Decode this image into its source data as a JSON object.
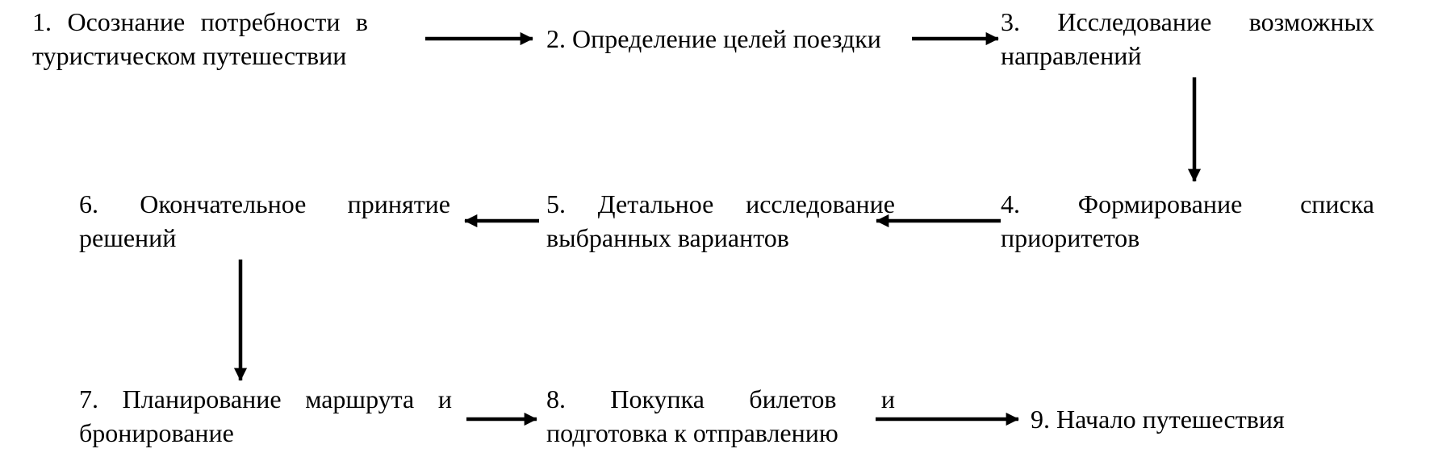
{
  "diagram": {
    "type": "flowchart",
    "language": "ru",
    "background_color": "#ffffff",
    "text_color": "#000000",
    "arrow_color": "#000000"
  },
  "steps": [
    {
      "number": "1",
      "text": "1. Осознание потребности в туристическом путешествии"
    },
    {
      "number": "2",
      "text": "2. Определение целей поездки"
    },
    {
      "number": "3",
      "text": "3. Исследование возможных направлений"
    },
    {
      "number": "4",
      "text": "4. Формирование списка приоритетов"
    },
    {
      "number": "5",
      "text": "5. Детальное исследование выбранных вариантов"
    },
    {
      "number": "6",
      "text": "6. Окончательное принятие решений"
    },
    {
      "number": "7",
      "text": "7. Планирование маршрута и бронирование"
    },
    {
      "number": "8",
      "text": "8. Покупка билетов и подготовка к отправлению"
    },
    {
      "number": "9",
      "text": "9. Начало путешествия"
    }
  ],
  "connections": [
    {
      "from": "1",
      "to": "2",
      "direction": "right"
    },
    {
      "from": "2",
      "to": "3",
      "direction": "right"
    },
    {
      "from": "3",
      "to": "4",
      "direction": "down"
    },
    {
      "from": "4",
      "to": "5",
      "direction": "left"
    },
    {
      "from": "5",
      "to": "6",
      "direction": "left"
    },
    {
      "from": "6",
      "to": "7",
      "direction": "down"
    },
    {
      "from": "7",
      "to": "8",
      "direction": "right"
    },
    {
      "from": "8",
      "to": "9",
      "direction": "right"
    }
  ]
}
